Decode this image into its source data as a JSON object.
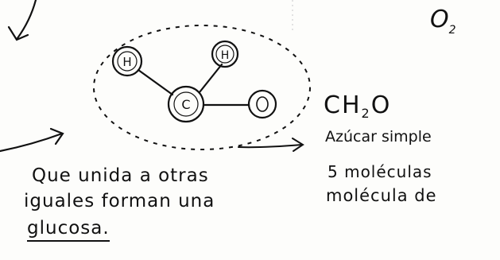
{
  "molecule": {
    "atoms": {
      "h_left": "H",
      "h_right": "H",
      "carbon": "C",
      "oxygen": "O"
    },
    "formula": {
      "main": "CH",
      "sub": "2",
      "tail": "O"
    },
    "caption": "Azúcar simple"
  },
  "oxygen_label": {
    "main": "O",
    "sub": "2"
  },
  "note": {
    "line1_left": "Que unida a otras",
    "line1_right": "5 moléculas",
    "line2_left": "iguales forman una",
    "line2_right": "molécula de",
    "line3": "glucosa."
  },
  "colors": {
    "ink": "#111111",
    "paper": "#fdfdfb"
  }
}
